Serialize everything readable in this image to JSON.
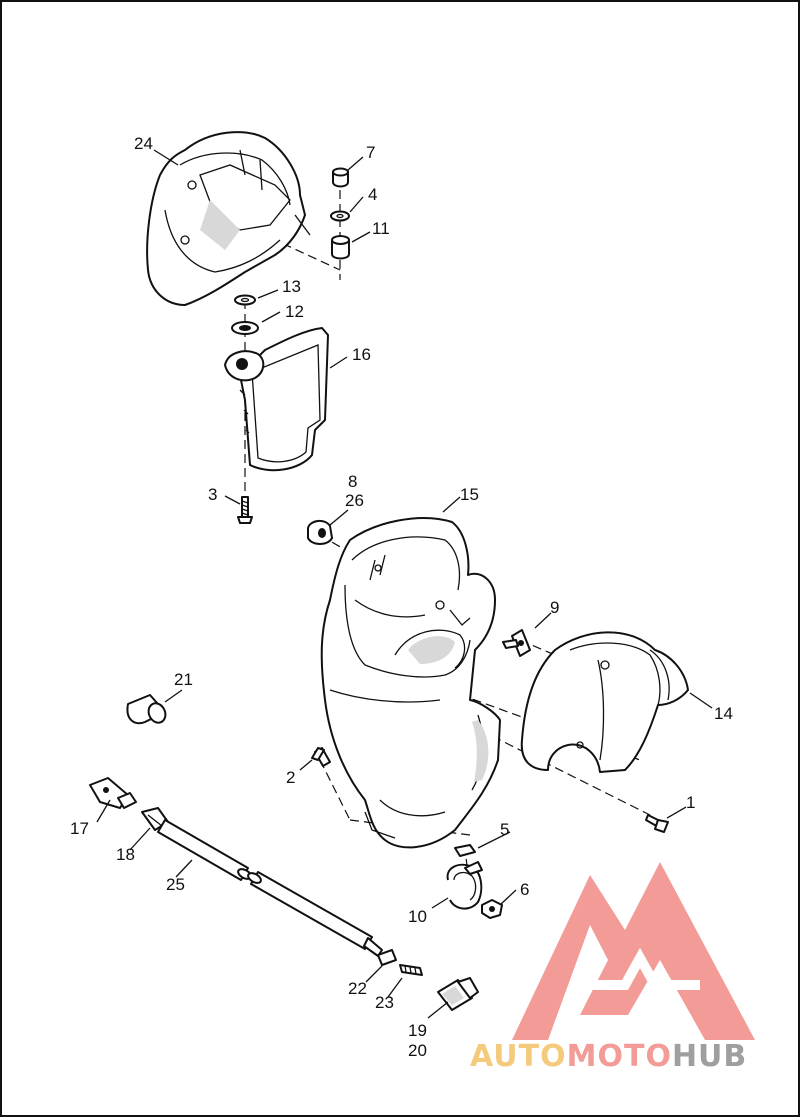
{
  "diagram": {
    "callouts": [
      {
        "id": "c1",
        "text": "1"
      },
      {
        "id": "c2",
        "text": "2"
      },
      {
        "id": "c3",
        "text": "3"
      },
      {
        "id": "c4",
        "text": "4"
      },
      {
        "id": "c5",
        "text": "5"
      },
      {
        "id": "c6",
        "text": "6"
      },
      {
        "id": "c7",
        "text": "7"
      },
      {
        "id": "c8",
        "text": "8"
      },
      {
        "id": "c26",
        "text": "26"
      },
      {
        "id": "c9",
        "text": "9"
      },
      {
        "id": "c10",
        "text": "10"
      },
      {
        "id": "c11",
        "text": "11"
      },
      {
        "id": "c12",
        "text": "12"
      },
      {
        "id": "c13",
        "text": "13"
      },
      {
        "id": "c14",
        "text": "14"
      },
      {
        "id": "c15",
        "text": "15"
      },
      {
        "id": "c16",
        "text": "16"
      },
      {
        "id": "c17",
        "text": "17"
      },
      {
        "id": "c18",
        "text": "18"
      },
      {
        "id": "c19",
        "text": "19"
      },
      {
        "id": "c20",
        "text": "20"
      },
      {
        "id": "c23",
        "text": "23"
      },
      {
        "id": "c21",
        "text": "21"
      },
      {
        "id": "c22",
        "text": "22"
      },
      {
        "id": "c24",
        "text": "24"
      },
      {
        "id": "c25",
        "text": "25"
      }
    ]
  },
  "watermark": {
    "word_1": "AUTO",
    "word_2": "MOTO",
    "word_3": "HUB",
    "color_1": "#f3c266",
    "color_2": "#f08a86",
    "color_3": "#8f8f8f",
    "logo_color": "#f08a86"
  }
}
